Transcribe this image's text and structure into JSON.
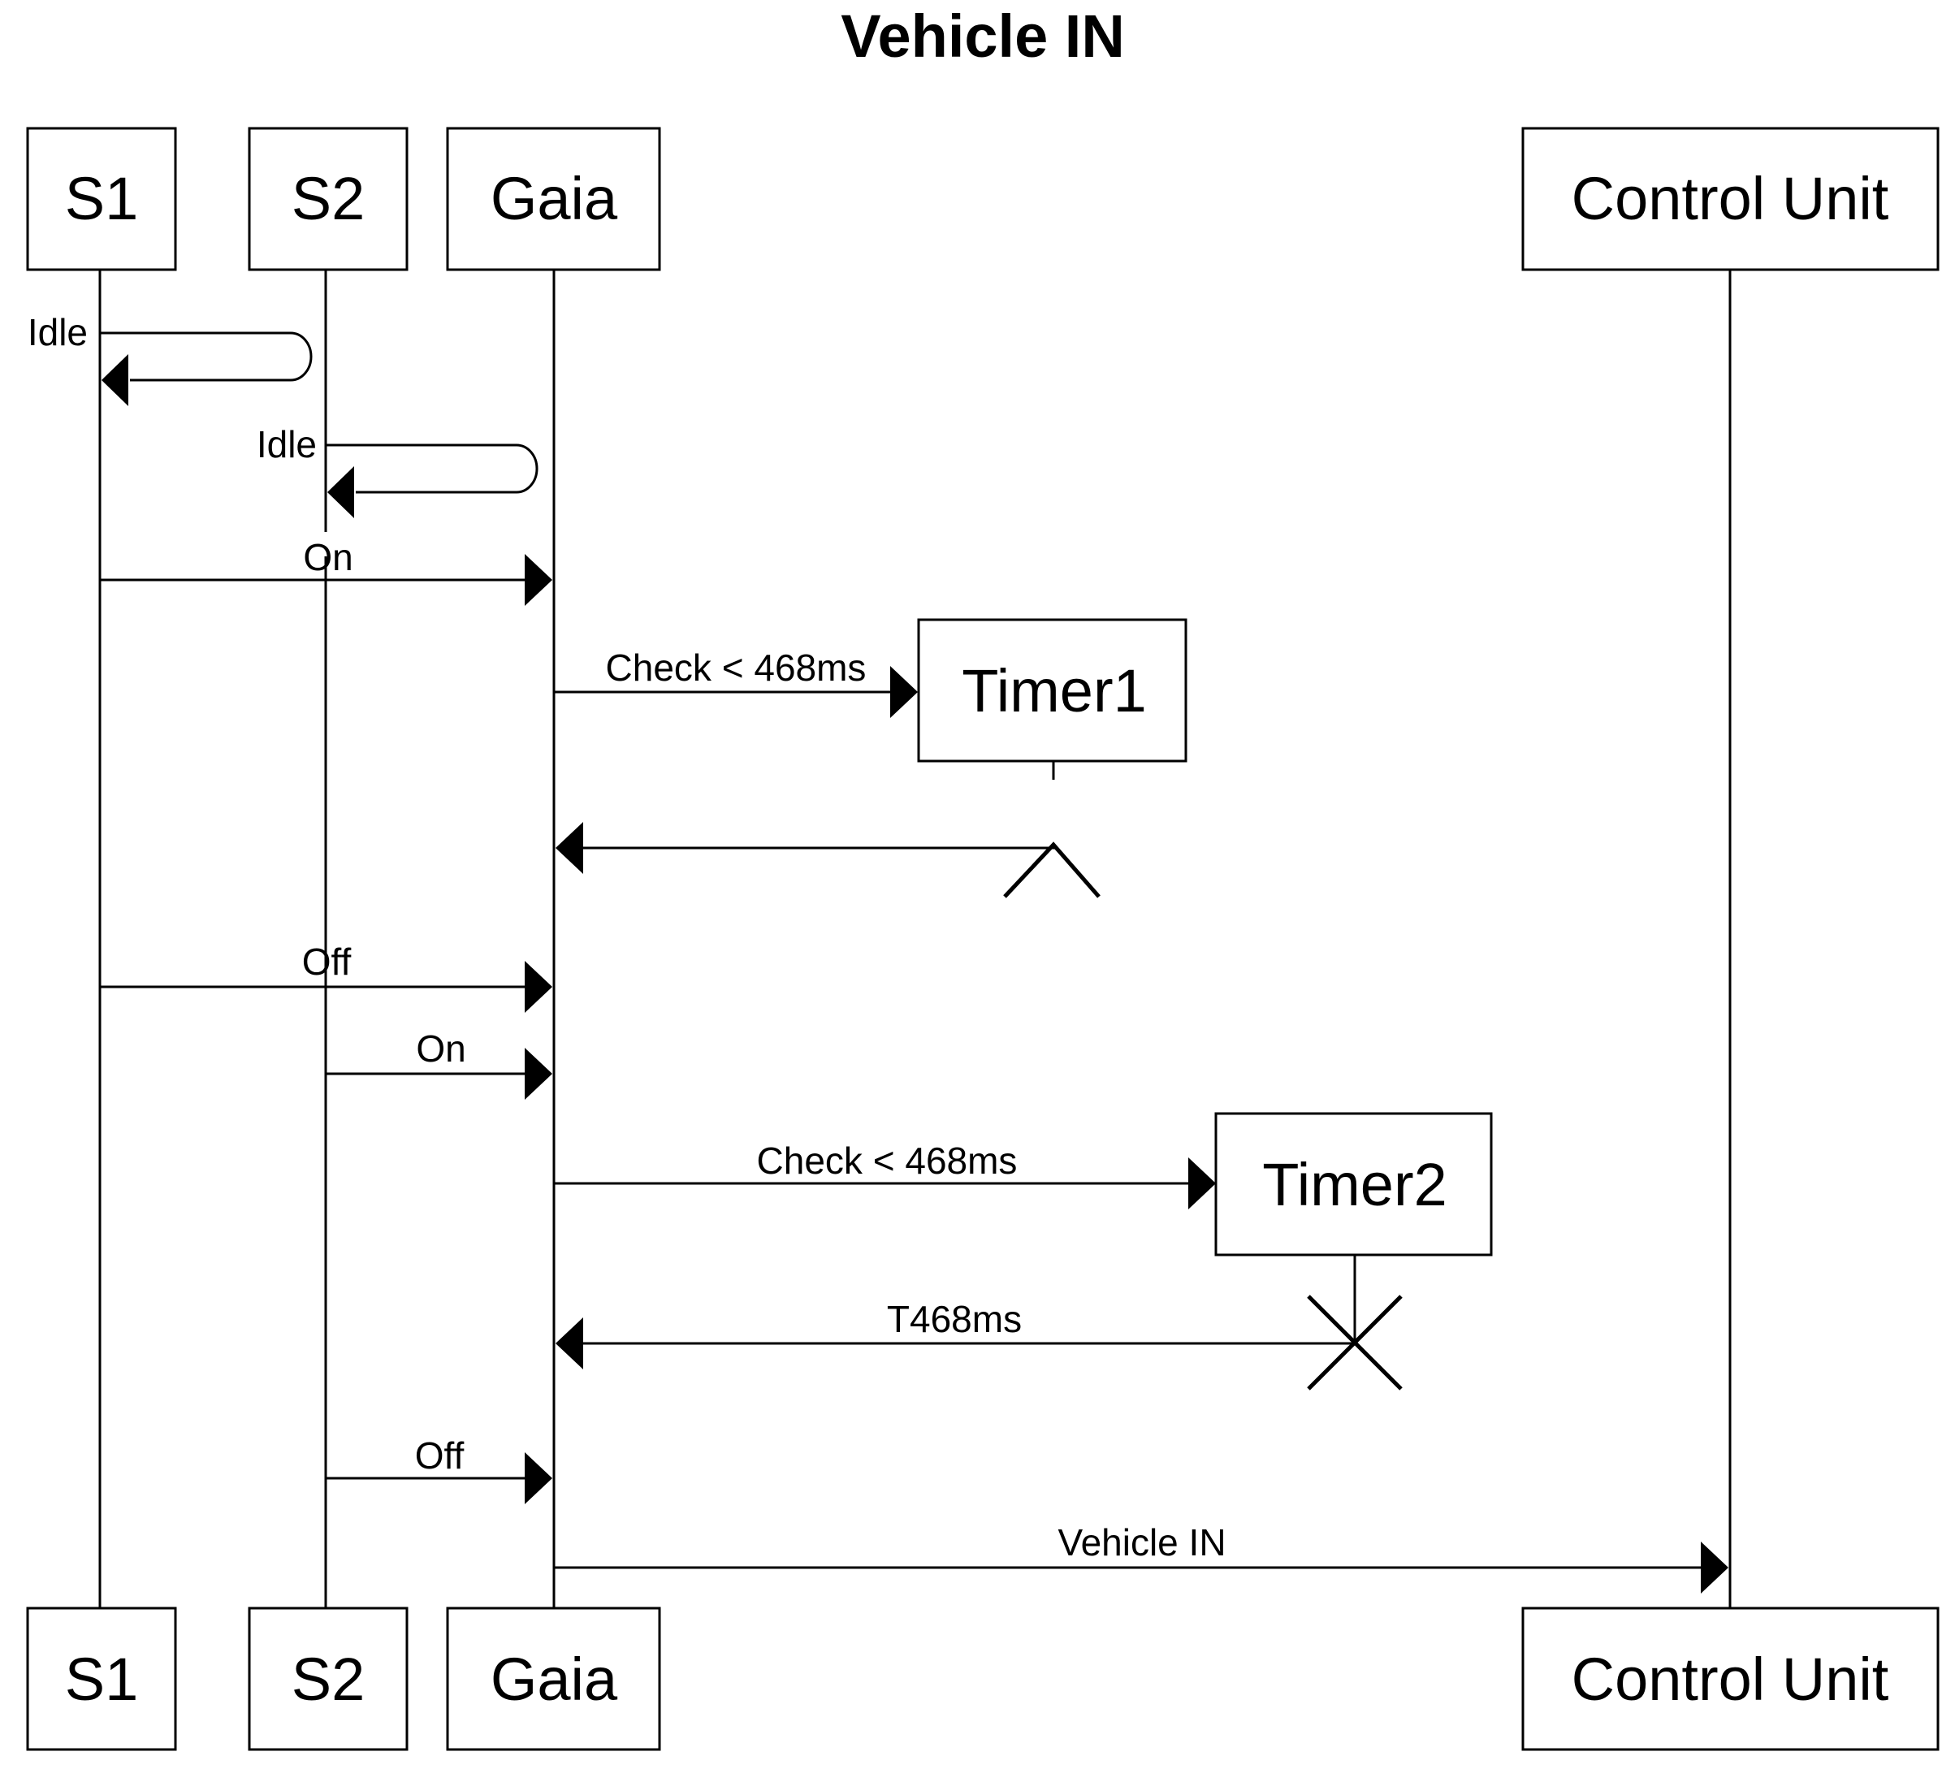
{
  "title": "Vehicle IN",
  "participants": [
    {
      "id": "s1",
      "label": "S1"
    },
    {
      "id": "s2",
      "label": "S2"
    },
    {
      "id": "gaia",
      "label": "Gaia"
    },
    {
      "id": "control",
      "label": "Control Unit"
    }
  ],
  "timers": [
    {
      "id": "timer1",
      "label": "Timer1"
    },
    {
      "id": "timer2",
      "label": "Timer2"
    }
  ],
  "messages": [
    {
      "id": "m1",
      "from": "S1",
      "to": "S1",
      "label": "Idle",
      "kind": "self"
    },
    {
      "id": "m2",
      "from": "S2",
      "to": "S2",
      "label": "Idle",
      "kind": "self"
    },
    {
      "id": "m3",
      "from": "S1",
      "to": "Gaia",
      "label": "On"
    },
    {
      "id": "m4",
      "from": "Gaia",
      "to": "Timer1",
      "label": "Check < 468ms",
      "kind": "create"
    },
    {
      "id": "m5",
      "from": "Timer1",
      "to": "Gaia",
      "label": "",
      "kind": "return"
    },
    {
      "id": "m6",
      "from": "S1",
      "to": "Gaia",
      "label": "Off"
    },
    {
      "id": "m7",
      "from": "S2",
      "to": "Gaia",
      "label": "On"
    },
    {
      "id": "m8",
      "from": "Gaia",
      "to": "Timer2",
      "label": "Check < 468ms",
      "kind": "create"
    },
    {
      "id": "m9",
      "from": "Timer2",
      "to": "Gaia",
      "label": "T468ms",
      "kind": "return"
    },
    {
      "id": "m10",
      "from": "S2",
      "to": "Gaia",
      "label": "Off"
    },
    {
      "id": "m11",
      "from": "Gaia",
      "to": "Control Unit",
      "label": "Vehicle IN"
    }
  ]
}
